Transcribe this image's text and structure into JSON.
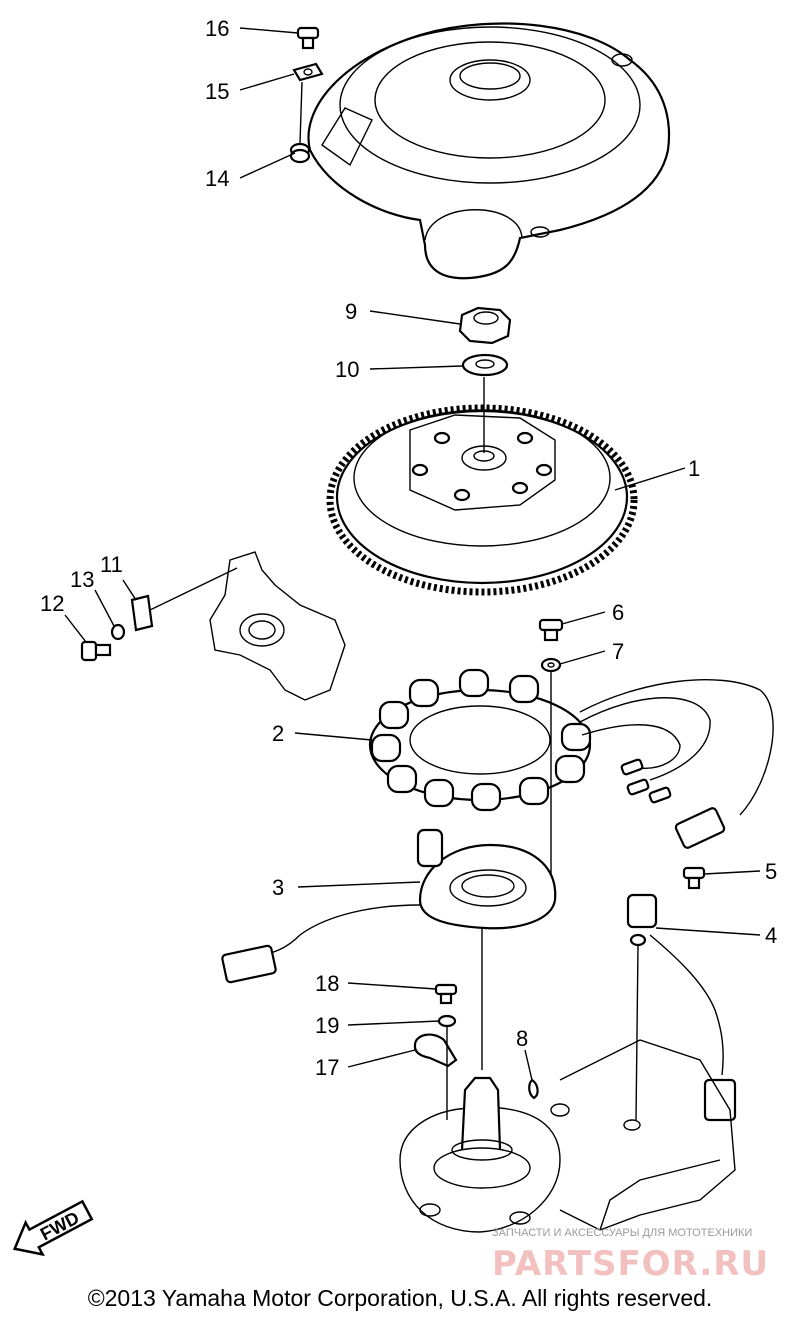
{
  "callouts": {
    "c1": "1",
    "c2": "2",
    "c3": "3",
    "c4": "4",
    "c5": "5",
    "c6": "6",
    "c7": "7",
    "c8": "8",
    "c9": "9",
    "c10": "10",
    "c11": "11",
    "c12": "12",
    "c13": "13",
    "c14": "14",
    "c15": "15",
    "c16": "16",
    "c17": "17",
    "c18": "18",
    "c19": "19"
  },
  "fwd_label": "FWD",
  "watermark": {
    "tagline": "ЗАПЧАСТИ И АКСЕССУАРЫ ДЛЯ МОТОТЕХНИКИ",
    "brand": "PARTSFOR.RU"
  },
  "copyright": "©2013 Yamaha Motor Corporation, U.S.A. All rights reserved."
}
